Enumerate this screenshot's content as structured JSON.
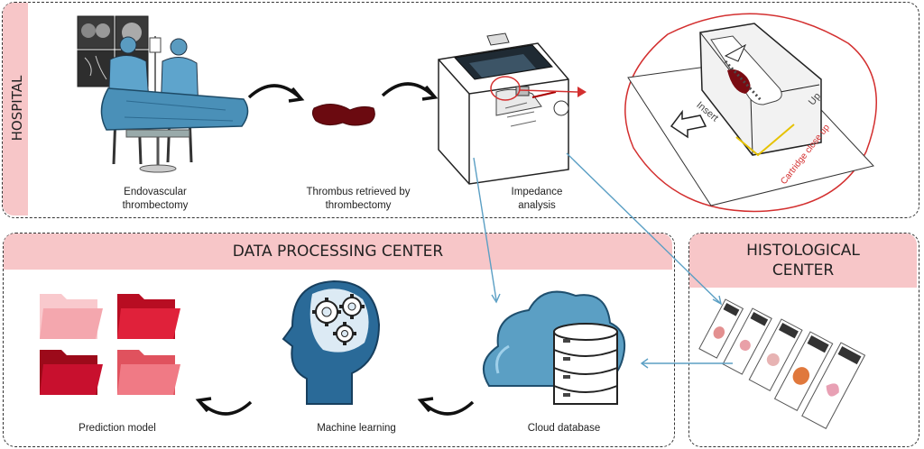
{
  "hospital": {
    "label": "HOSPITAL",
    "captions": {
      "endovascular": [
        "Endovascular",
        "thrombectomy"
      ],
      "thrombus": [
        "Thrombus retrieved by",
        "thrombectomy"
      ],
      "impedance": [
        "Impedance",
        "analysis"
      ]
    },
    "closeup": {
      "insert_label": "Insert",
      "up_label": "Up",
      "caption": "Cartridge close up"
    }
  },
  "data_center": {
    "title": "DATA PROCESSING CENTER",
    "captions": {
      "prediction": "Prediction model",
      "ml": "Machine  learning",
      "cloud": "Cloud database"
    }
  },
  "histological": {
    "title_lines": [
      "HISTOLOGICAL",
      "CENTER"
    ]
  },
  "colors": {
    "band": "#f7c6c8",
    "accent_red": "#d32f2f",
    "dark_red": "#7a0b12",
    "link_blue": "#5b9fc4",
    "drape_blue": "#4a90b8",
    "folder_light": "#f4a7ae",
    "folder_dark": "#c8102e"
  }
}
